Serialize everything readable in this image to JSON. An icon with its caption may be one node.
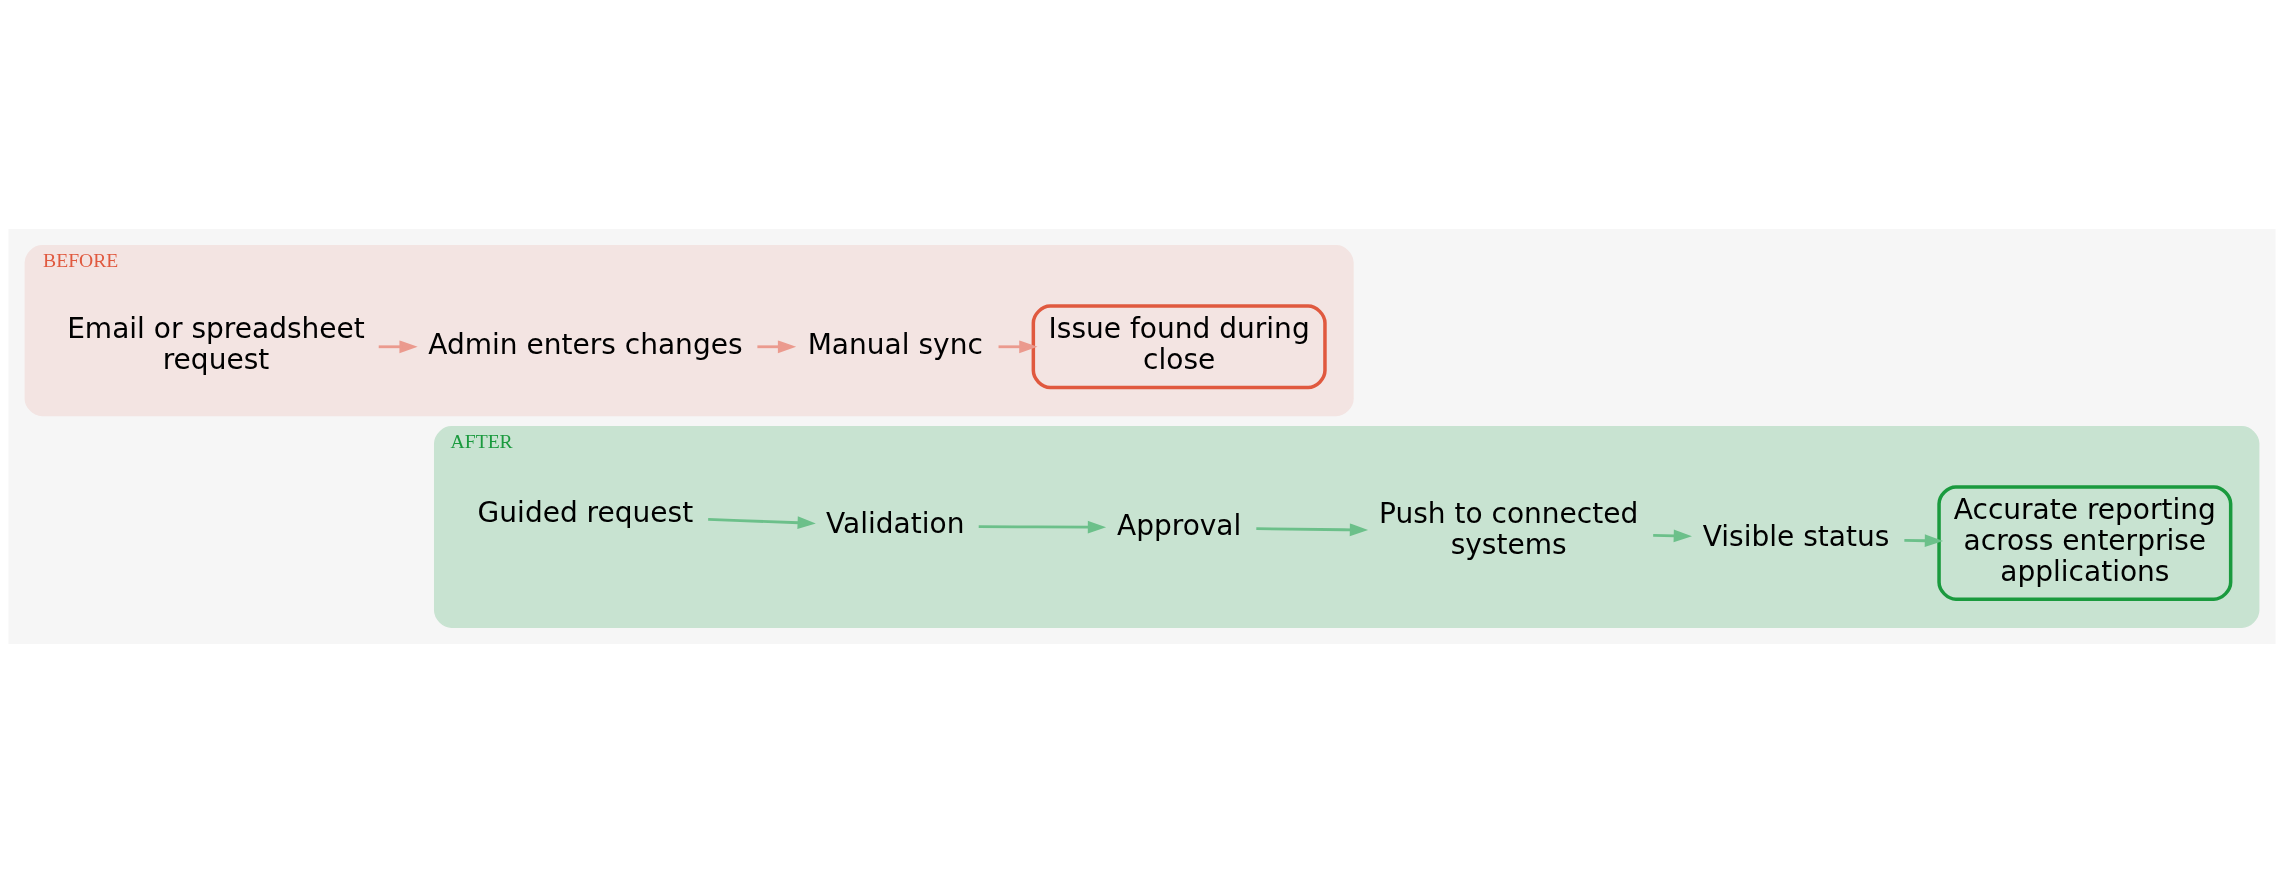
{
  "diagram": {
    "nodes": [
      {
        "text": [
          "BEFORE"
        ]
      },
      {
        "text": [
          "Email or spreadsheet request"
        ],
        "in": 0
      },
      {
        "text": [
          "Admin enters changes"
        ],
        "in": 0
      },
      {
        "text": [
          "Manual sync"
        ],
        "in": 0
      },
      {
        "text": [
          "Issue found during close"
        ],
        "in": 0
      },
      {
        "text": [
          "AFTER"
        ]
      },
      {
        "text": [
          "Guided request"
        ],
        "in": 5
      },
      {
        "text": [
          "Validation"
        ],
        "in": 5
      },
      {
        "text": [
          "Approval"
        ],
        "in": 5
      },
      {
        "text": [
          "Push to connected systems"
        ],
        "in": 5
      },
      {
        "text": [
          "Visible status"
        ],
        "in": 5
      },
      {
        "text": [
          "Accurate reporting across enterprise applications"
        ],
        "in": 5
      }
    ],
    "edges": [
      {
        "from": 1,
        "to": 2,
        "arrow": "to",
        "color": "#eb9a8e"
      },
      {
        "from": 2,
        "to": 3,
        "arrow": "to",
        "color": "#eb9a8e"
      },
      {
        "from": 3,
        "to": 4,
        "arrow": "to",
        "color": "#eb9a8e"
      },
      {
        "from": 6,
        "to": 7,
        "arrow": "to"
      },
      {
        "from": 7,
        "to": 8,
        "arrow": "to"
      },
      {
        "from": 8,
        "to": 9,
        "arrow": "to"
      },
      {
        "from": 9,
        "to": 10,
        "arrow": "to"
      },
      {
        "from": 10,
        "to": 11,
        "arrow": "to"
      }
    ]
  }
}
